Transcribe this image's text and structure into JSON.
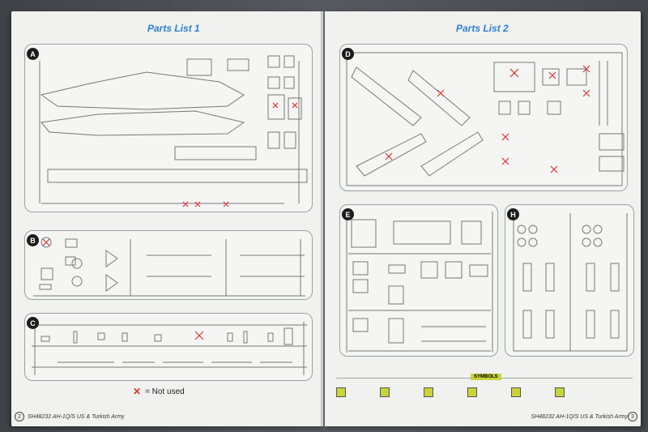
{
  "left_page": {
    "title": "Parts List 1",
    "legend": "= Not used",
    "footer": "SH48232 AH-1Q/S US & Turkish Army",
    "page_number": "2",
    "sprues": [
      {
        "letter": "A"
      },
      {
        "letter": "B"
      },
      {
        "letter": "C"
      }
    ]
  },
  "right_page": {
    "title": "Parts List 2",
    "footer": "SH48232 AH-1Q/S US & Turkish Army",
    "page_number": "3",
    "symbols_title": "SYMBOLS",
    "sprues": [
      {
        "letter": "D"
      },
      {
        "letter": "E"
      },
      {
        "letter": "H"
      }
    ]
  }
}
